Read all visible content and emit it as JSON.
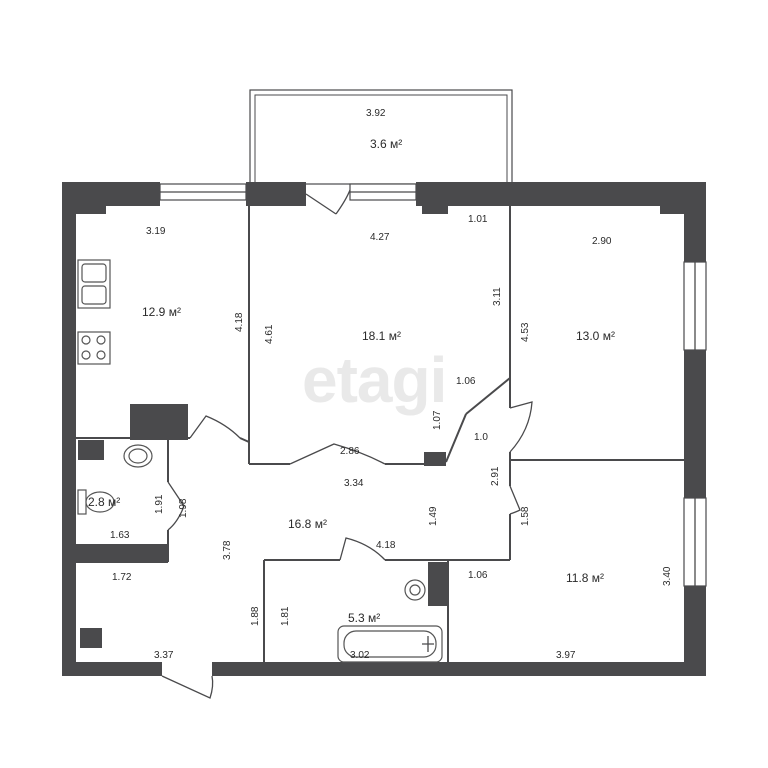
{
  "watermark": "etagi",
  "rooms": [
    {
      "id": "balcony",
      "area": "3.6 м²"
    },
    {
      "id": "kitchen",
      "area": "12.9 м²"
    },
    {
      "id": "living",
      "area": "18.1 м²"
    },
    {
      "id": "bedroom1",
      "area": "13.0 м²"
    },
    {
      "id": "toilet",
      "area": "2.8 м²"
    },
    {
      "id": "hall",
      "area": "16.8 м²"
    },
    {
      "id": "bathroom",
      "area": "5.3 м²"
    },
    {
      "id": "bedroom2",
      "area": "11.8 м²"
    }
  ],
  "dimensions": [
    "3.92",
    "3.19",
    "4.27",
    "1.01",
    "2.90",
    "4.18",
    "4.61",
    "3.11",
    "4.53",
    "1.06",
    "1.07",
    "1.0",
    "2.86",
    "3.34",
    "2.91",
    "1.91",
    "1.98",
    "1.63",
    "3.78",
    "1.49",
    "1.58",
    "4.18",
    "1.72",
    "1.88",
    "1.81",
    "1.06",
    "3.40",
    "3.37",
    "3.02",
    "3.97"
  ]
}
